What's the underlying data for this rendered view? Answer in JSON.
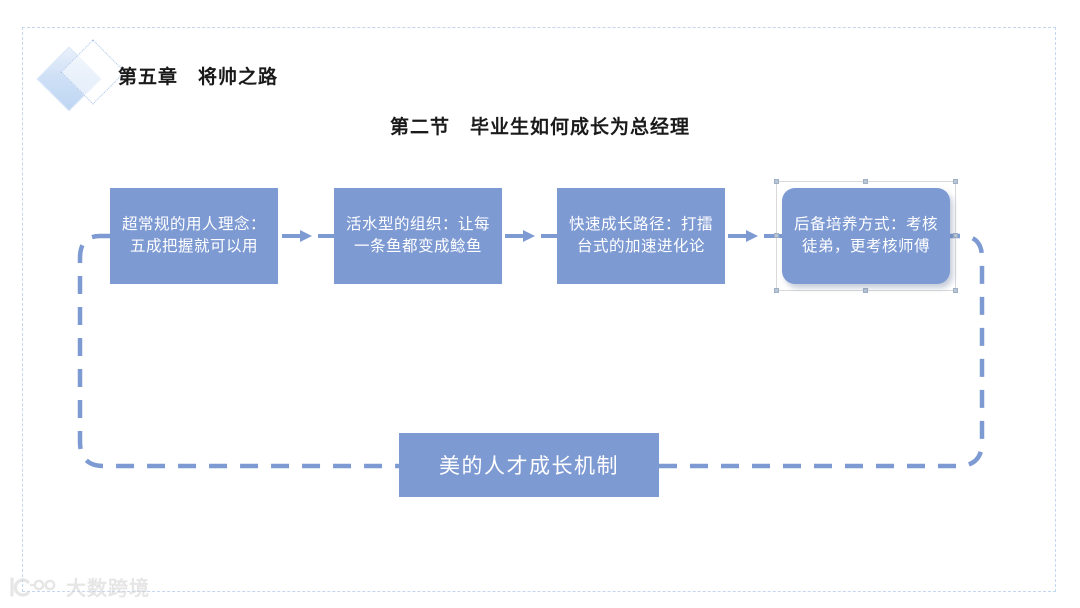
{
  "slide": {
    "chapter_title": "第五章　将帅之路",
    "section_title": "第二节　毕业生如何成长为总经理",
    "logo_name": "double-diamond-logo",
    "accent_color": "#7e9ad3",
    "frame_color": "#c5d6ef",
    "text_color": "#ffffff"
  },
  "process": {
    "boxes": [
      {
        "id": "box-1",
        "text": "超常规的用人理念：五成把握就可以用",
        "selected": false
      },
      {
        "id": "box-2",
        "text": "活水型的组织：让每一条鱼都变成鲶鱼",
        "selected": false
      },
      {
        "id": "box-3",
        "text": "快速成长路径：打擂台式的加速进化论",
        "selected": false
      },
      {
        "id": "box-4",
        "text": "后备培养方式：考核徒弟，更考核师傅",
        "selected": true
      }
    ],
    "connectors": [
      {
        "id": "conn-1",
        "style": "dashed-arrow-right"
      },
      {
        "id": "conn-2",
        "style": "dashed-arrow-right"
      },
      {
        "id": "conn-3",
        "style": "dashed-arrow-right"
      }
    ],
    "loop_label": "美的人才成长机制",
    "loop_style": "dashed-rounded-feedback-path"
  },
  "watermark": {
    "text": "大数跨境",
    "logo_name": "dashujingjing-logo"
  }
}
